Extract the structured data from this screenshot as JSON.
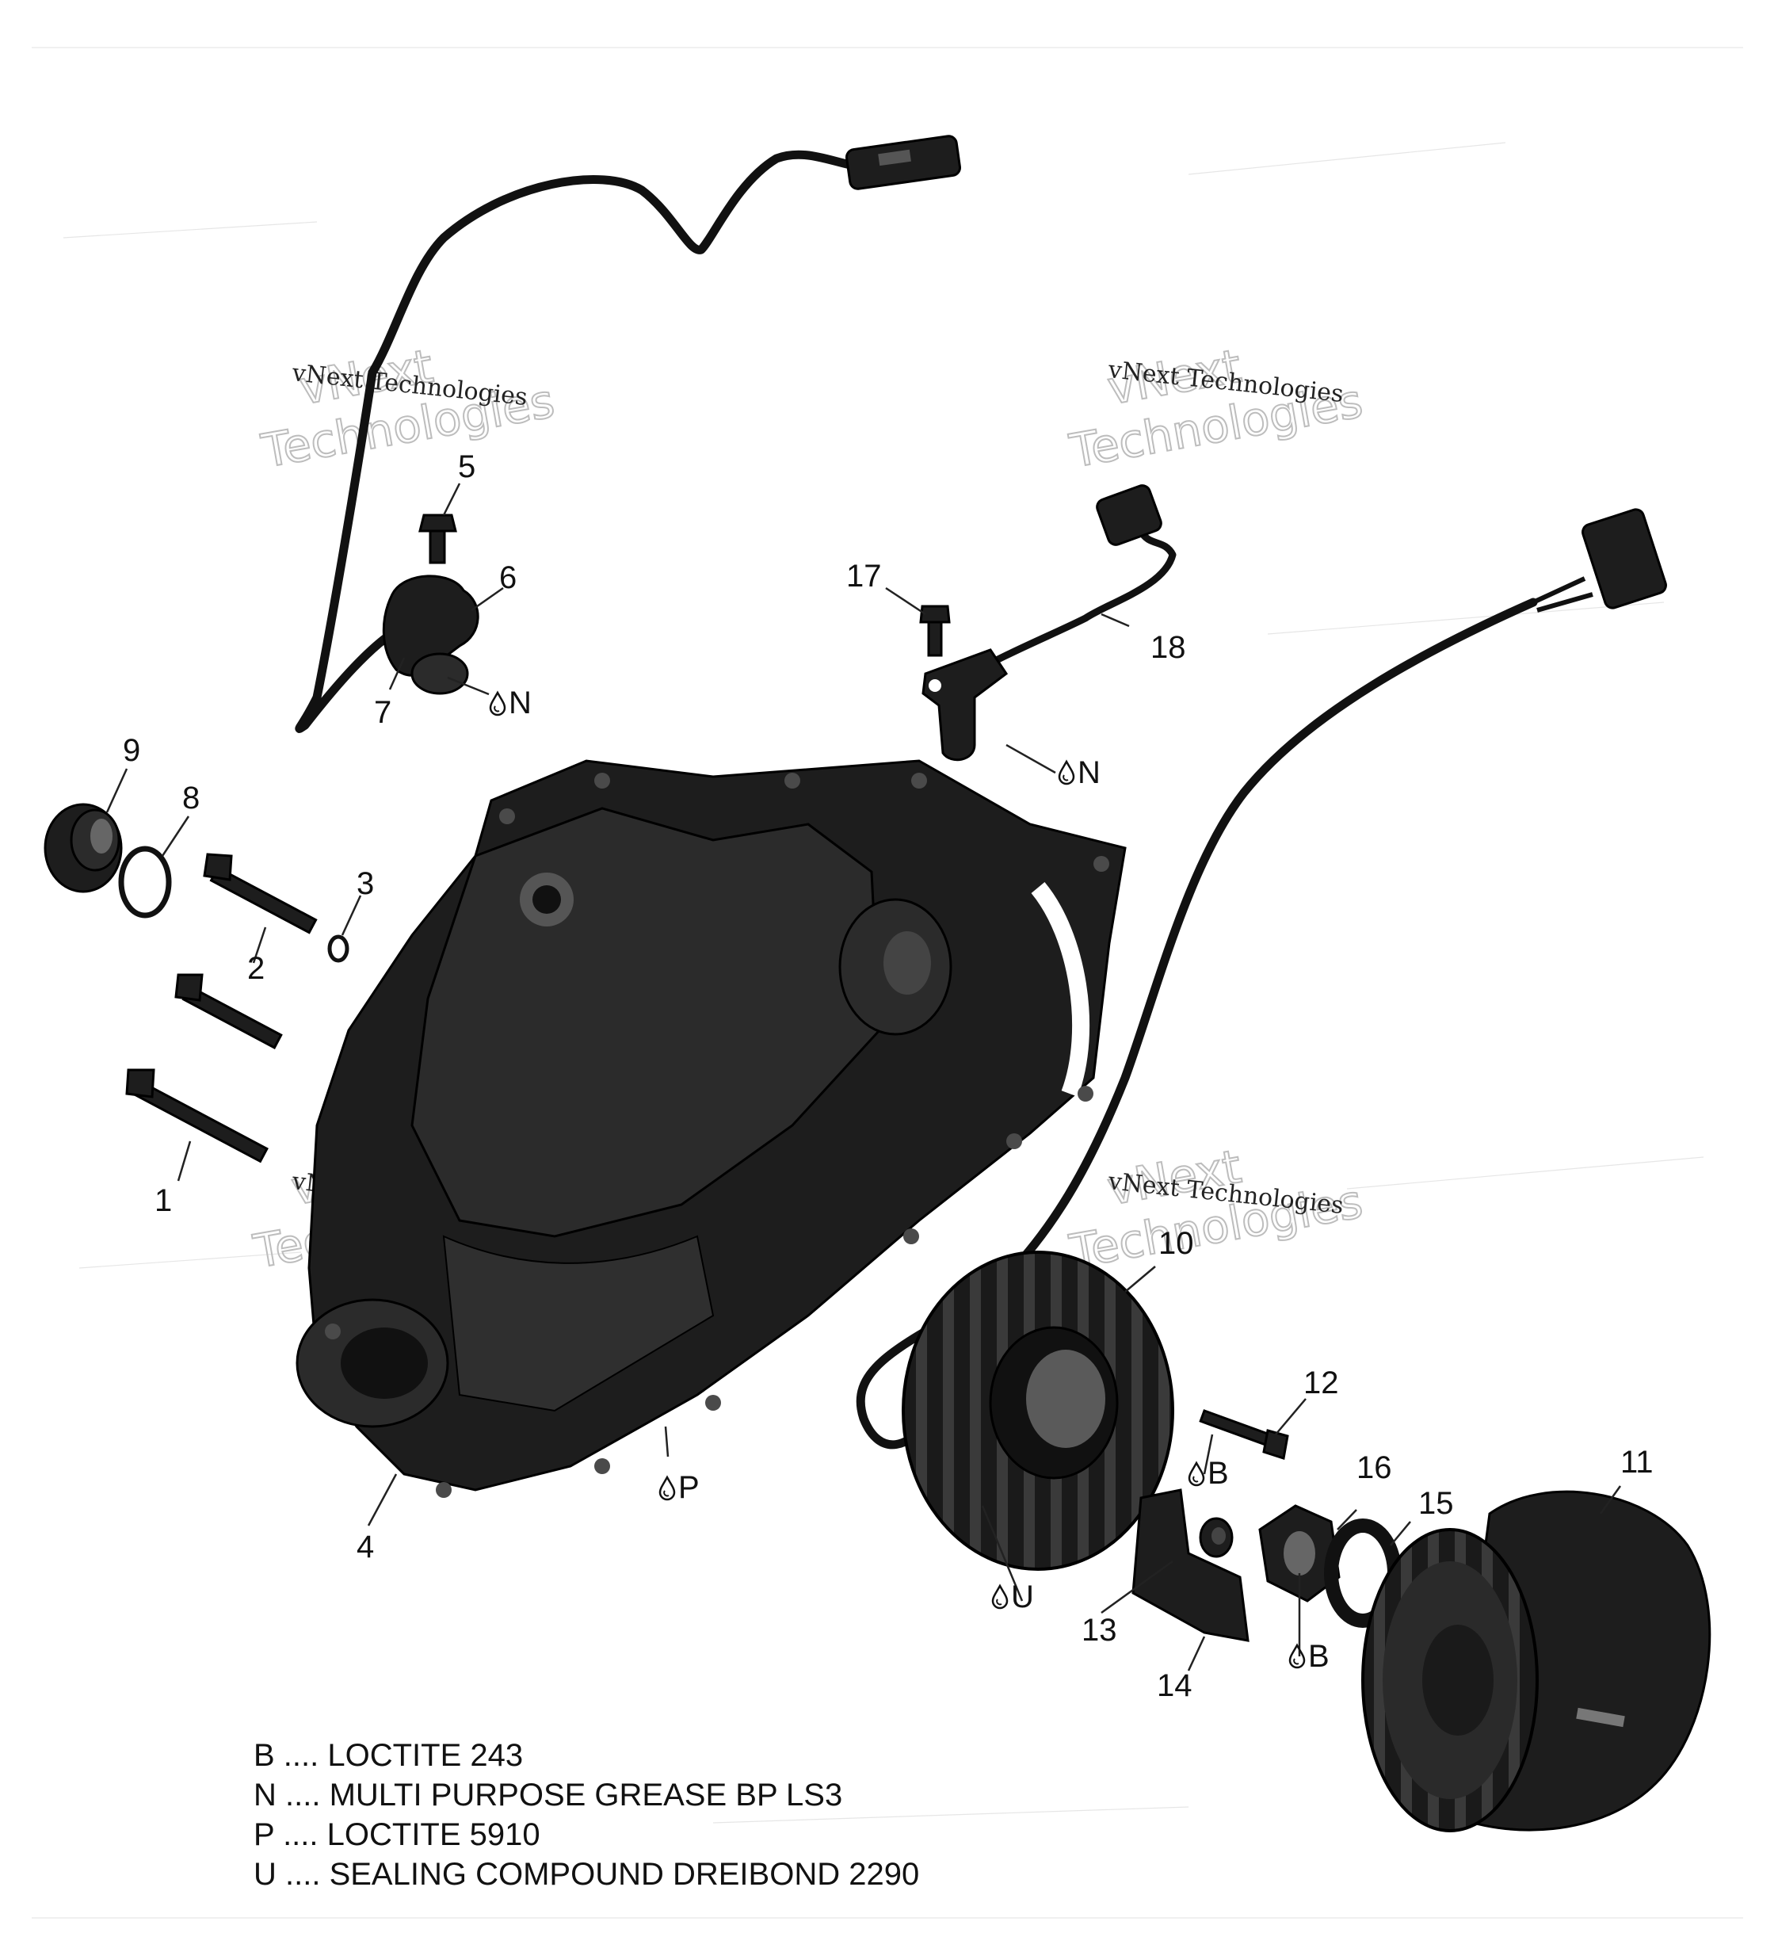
{
  "callouts": {
    "c1": "1",
    "c2": "2",
    "c3": "3",
    "c4": "4",
    "c5": "5",
    "c6": "6",
    "c7": "7",
    "c8": "8",
    "c9": "9",
    "c10": "10",
    "c11": "11",
    "c12": "12",
    "c13": "13",
    "c14": "14",
    "c15": "15",
    "c16": "16",
    "c17": "17",
    "c18": "18"
  },
  "chem_marks": {
    "n1": "N",
    "n2": "N",
    "p": "P",
    "b1": "B",
    "u": "U",
    "b2": "B"
  },
  "watermark": {
    "line1": "vNext Technologies",
    "outline1": "vNext",
    "outline2": "Technologies"
  },
  "legend": [
    "B .... LOCTITE 243",
    "N .... MULTI PURPOSE GREASE BP LS3",
    "P .... LOCTITE 5910",
    "U .... SEALING COMPOUND DREIBOND 2290"
  ],
  "icons": {
    "drop": "drop-icon"
  }
}
